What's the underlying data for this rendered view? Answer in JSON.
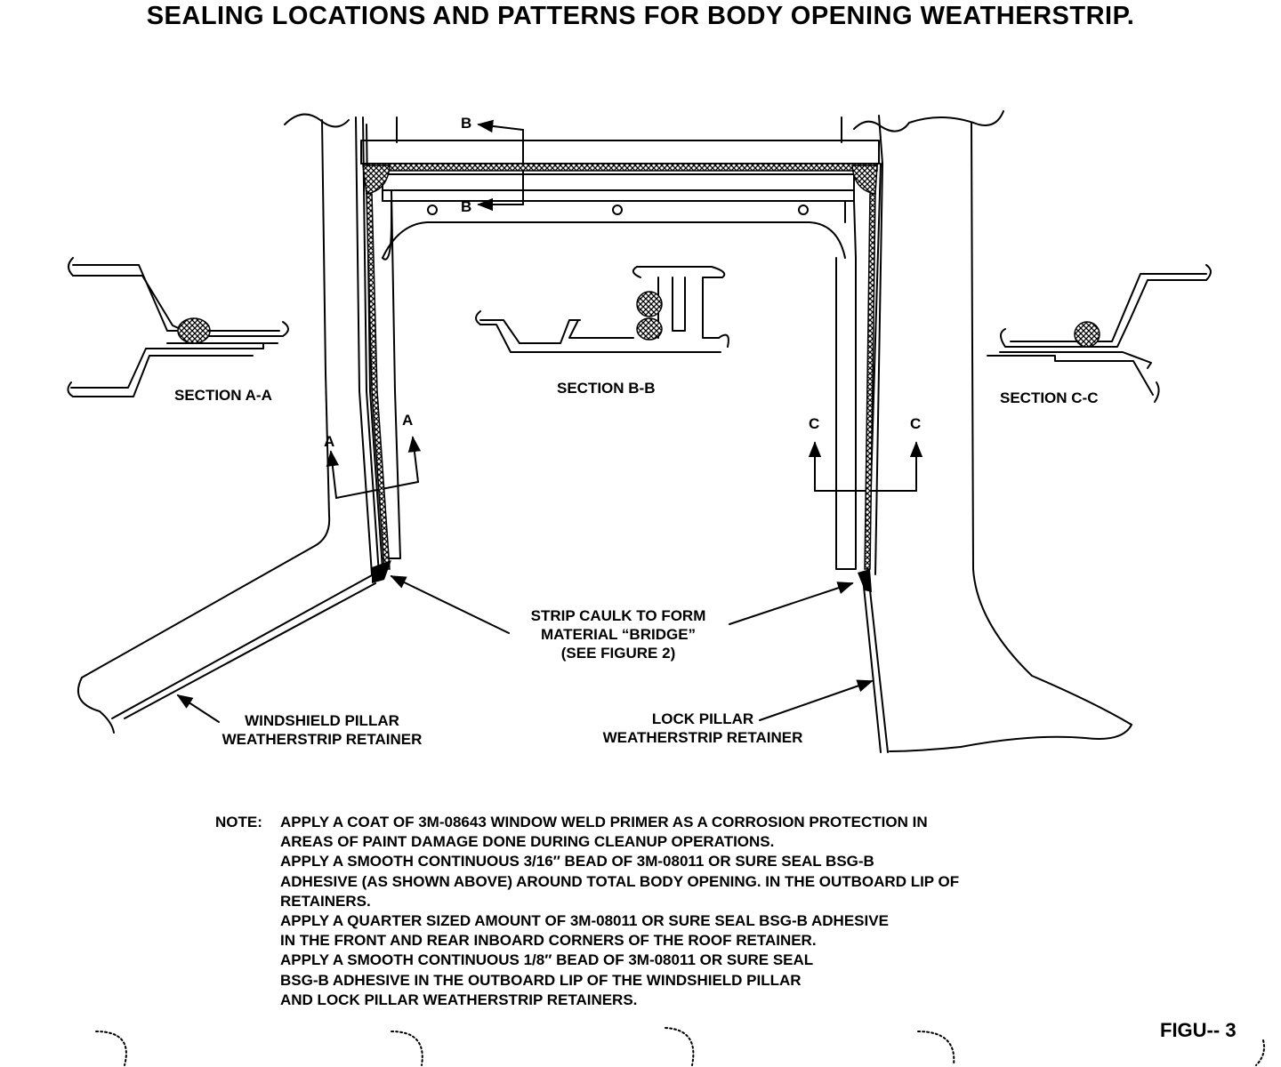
{
  "title": "SEALING LOCATIONS AND PATTERNS FOR BODY OPENING WEATHERSTRIP.",
  "sections": {
    "a": "SECTION A-A",
    "b": "SECTION B-B",
    "c": "SECTION C-C"
  },
  "markers": {
    "a": "A",
    "b": "B",
    "c": "C"
  },
  "callouts": {
    "caulk": [
      "STRIP CAULK TO FORM",
      "MATERIAL “BRIDGE”",
      "(SEE FIGURE 2)"
    ],
    "windshield": [
      "WINDSHIELD PILLAR",
      "WEATHERSTRIP RETAINER"
    ],
    "lock": [
      "LOCK PILLAR",
      "WEATHERSTRIP RETAINER"
    ]
  },
  "note": {
    "label": "NOTE:",
    "lines": [
      "APPLY A COAT OF 3M-08643 WINDOW WELD PRIMER AS A CORROSION PROTECTION IN",
      "AREAS OF PAINT DAMAGE DONE DURING CLEANUP OPERATIONS.",
      "APPLY A SMOOTH CONTINUOUS 3/16″ BEAD OF 3M-08011 OR SURE SEAL BSG-B",
      "ADHESIVE (AS SHOWN ABOVE) AROUND TOTAL BODY OPENING. IN THE OUTBOARD LIP OF",
      "RETAINERS.",
      "APPLY A QUARTER SIZED AMOUNT OF 3M-08011 OR SURE SEAL BSG-B ADHESIVE",
      "IN THE FRONT AND REAR INBOARD CORNERS OF THE ROOF RETAINER.",
      "APPLY A SMOOTH CONTINUOUS 1/8″ BEAD OF 3M-08011 OR SURE SEAL",
      "BSG-B ADHESIVE IN THE OUTBOARD LIP OF THE WINDSHIELD PILLAR",
      "AND LOCK PILLAR WEATHERSTRIP RETAINERS."
    ]
  },
  "figure_label": "FIGU‐‐ 3"
}
